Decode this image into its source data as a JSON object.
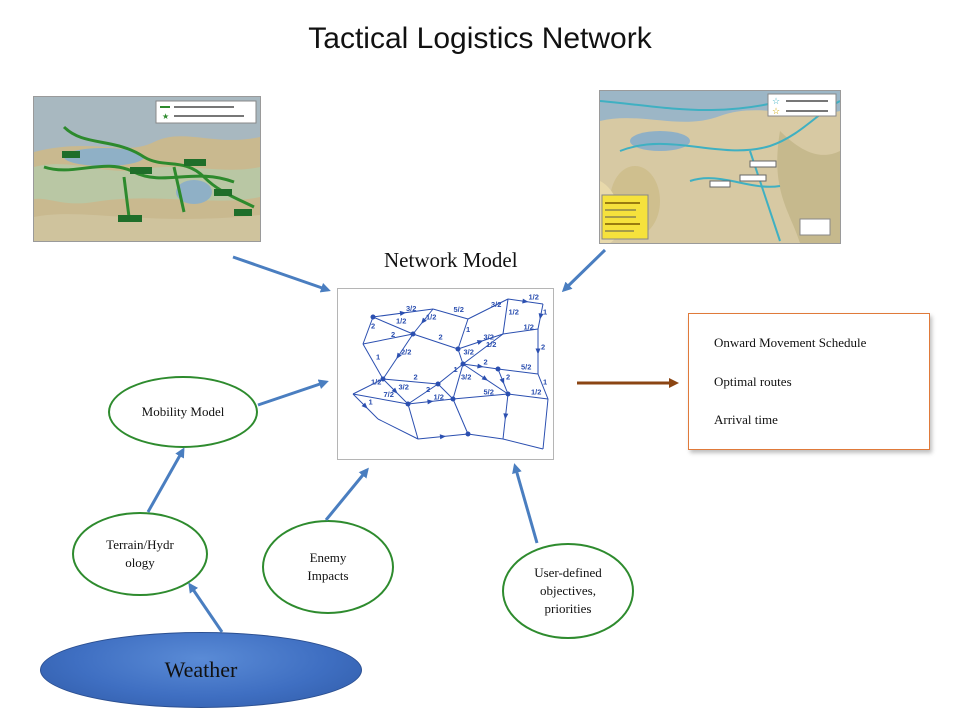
{
  "title": "Tactical Logistics Network",
  "network_label": "Network Model",
  "network_edge_labels": [
    "3/2",
    "5/2",
    "3/2",
    "1/2",
    "2",
    "1/2",
    "1/2",
    "1",
    "1/2",
    "1",
    "2",
    "2",
    "3/2",
    "1/2",
    "1",
    "2/2",
    "3/2",
    "1/2",
    "2",
    "2",
    "1",
    "2",
    "5/2",
    "1/2",
    "3/2",
    "2",
    "3/2",
    "2",
    "1",
    "7/2",
    "1/2",
    "5/2",
    "1/2",
    "1"
  ],
  "nodes": {
    "mobility_model": "Mobility Model",
    "terrain": "Terrain/Hydr ology",
    "enemy": "Enemy Impacts",
    "user": "User-defined objectives, priorities",
    "weather": "Weather"
  },
  "output": {
    "line1": "Onward Movement Schedule",
    "line2": "Optimal routes",
    "line3": "Arrival time"
  },
  "colors": {
    "arrow_blue": "#4a7ec0",
    "arrow_brown": "#8b4513",
    "ellipse_border": "#2e8b2e",
    "output_border": "#e07a3a",
    "weather_fill": "#3f6fc2"
  }
}
